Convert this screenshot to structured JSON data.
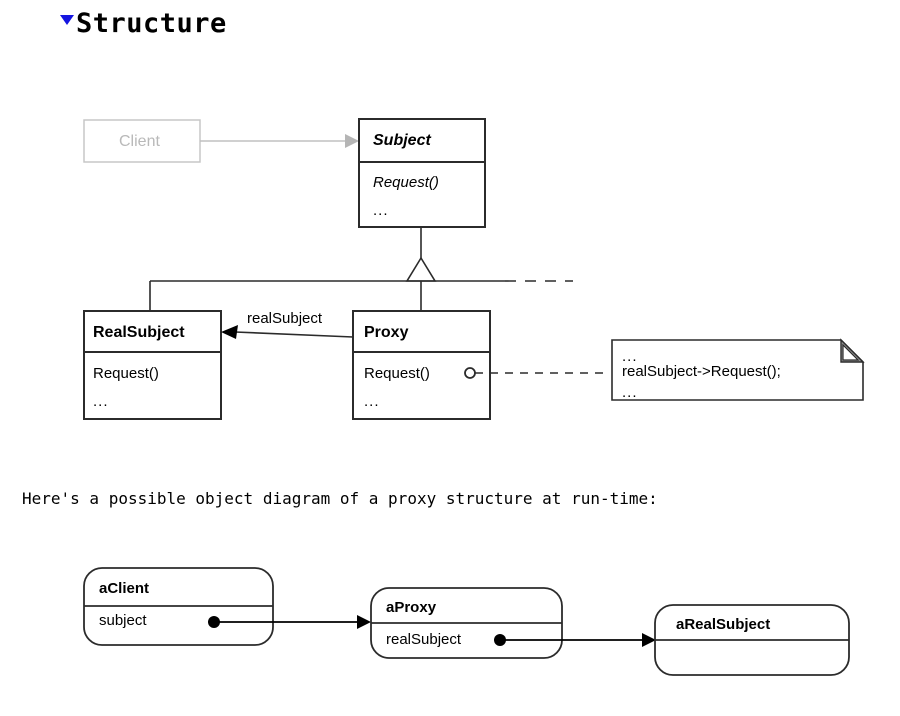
{
  "section": {
    "heading": "Structure",
    "collapse_icon": "triangle-down-icon",
    "collapse_color": "#1515e0"
  },
  "prose": {
    "line": "Here's a possible object diagram of a proxy structure at run-time:"
  },
  "class_diagram": {
    "client": {
      "name": "Client",
      "style": "faded",
      "color": "#b9b9b9"
    },
    "subject": {
      "name": "Subject",
      "abstract": true,
      "operations": [
        "Request()",
        "..."
      ]
    },
    "realsubject": {
      "name": "RealSubject",
      "abstract": false,
      "operations": [
        "Request()",
        "..."
      ]
    },
    "proxy": {
      "name": "Proxy",
      "abstract": false,
      "operations": [
        "Request()",
        "..."
      ]
    },
    "association_label": "realSubject",
    "note": {
      "lines": [
        "...",
        "realSubject->Request();",
        "..."
      ],
      "fold_color": "#9a9a9a"
    }
  },
  "object_diagram": {
    "aclient": {
      "name": "aClient",
      "attributes": [
        "subject"
      ]
    },
    "aproxy": {
      "name": "aProxy",
      "attributes": [
        "realSubject"
      ]
    },
    "arealsubject": {
      "name": "aRealSubject",
      "attributes": []
    }
  }
}
